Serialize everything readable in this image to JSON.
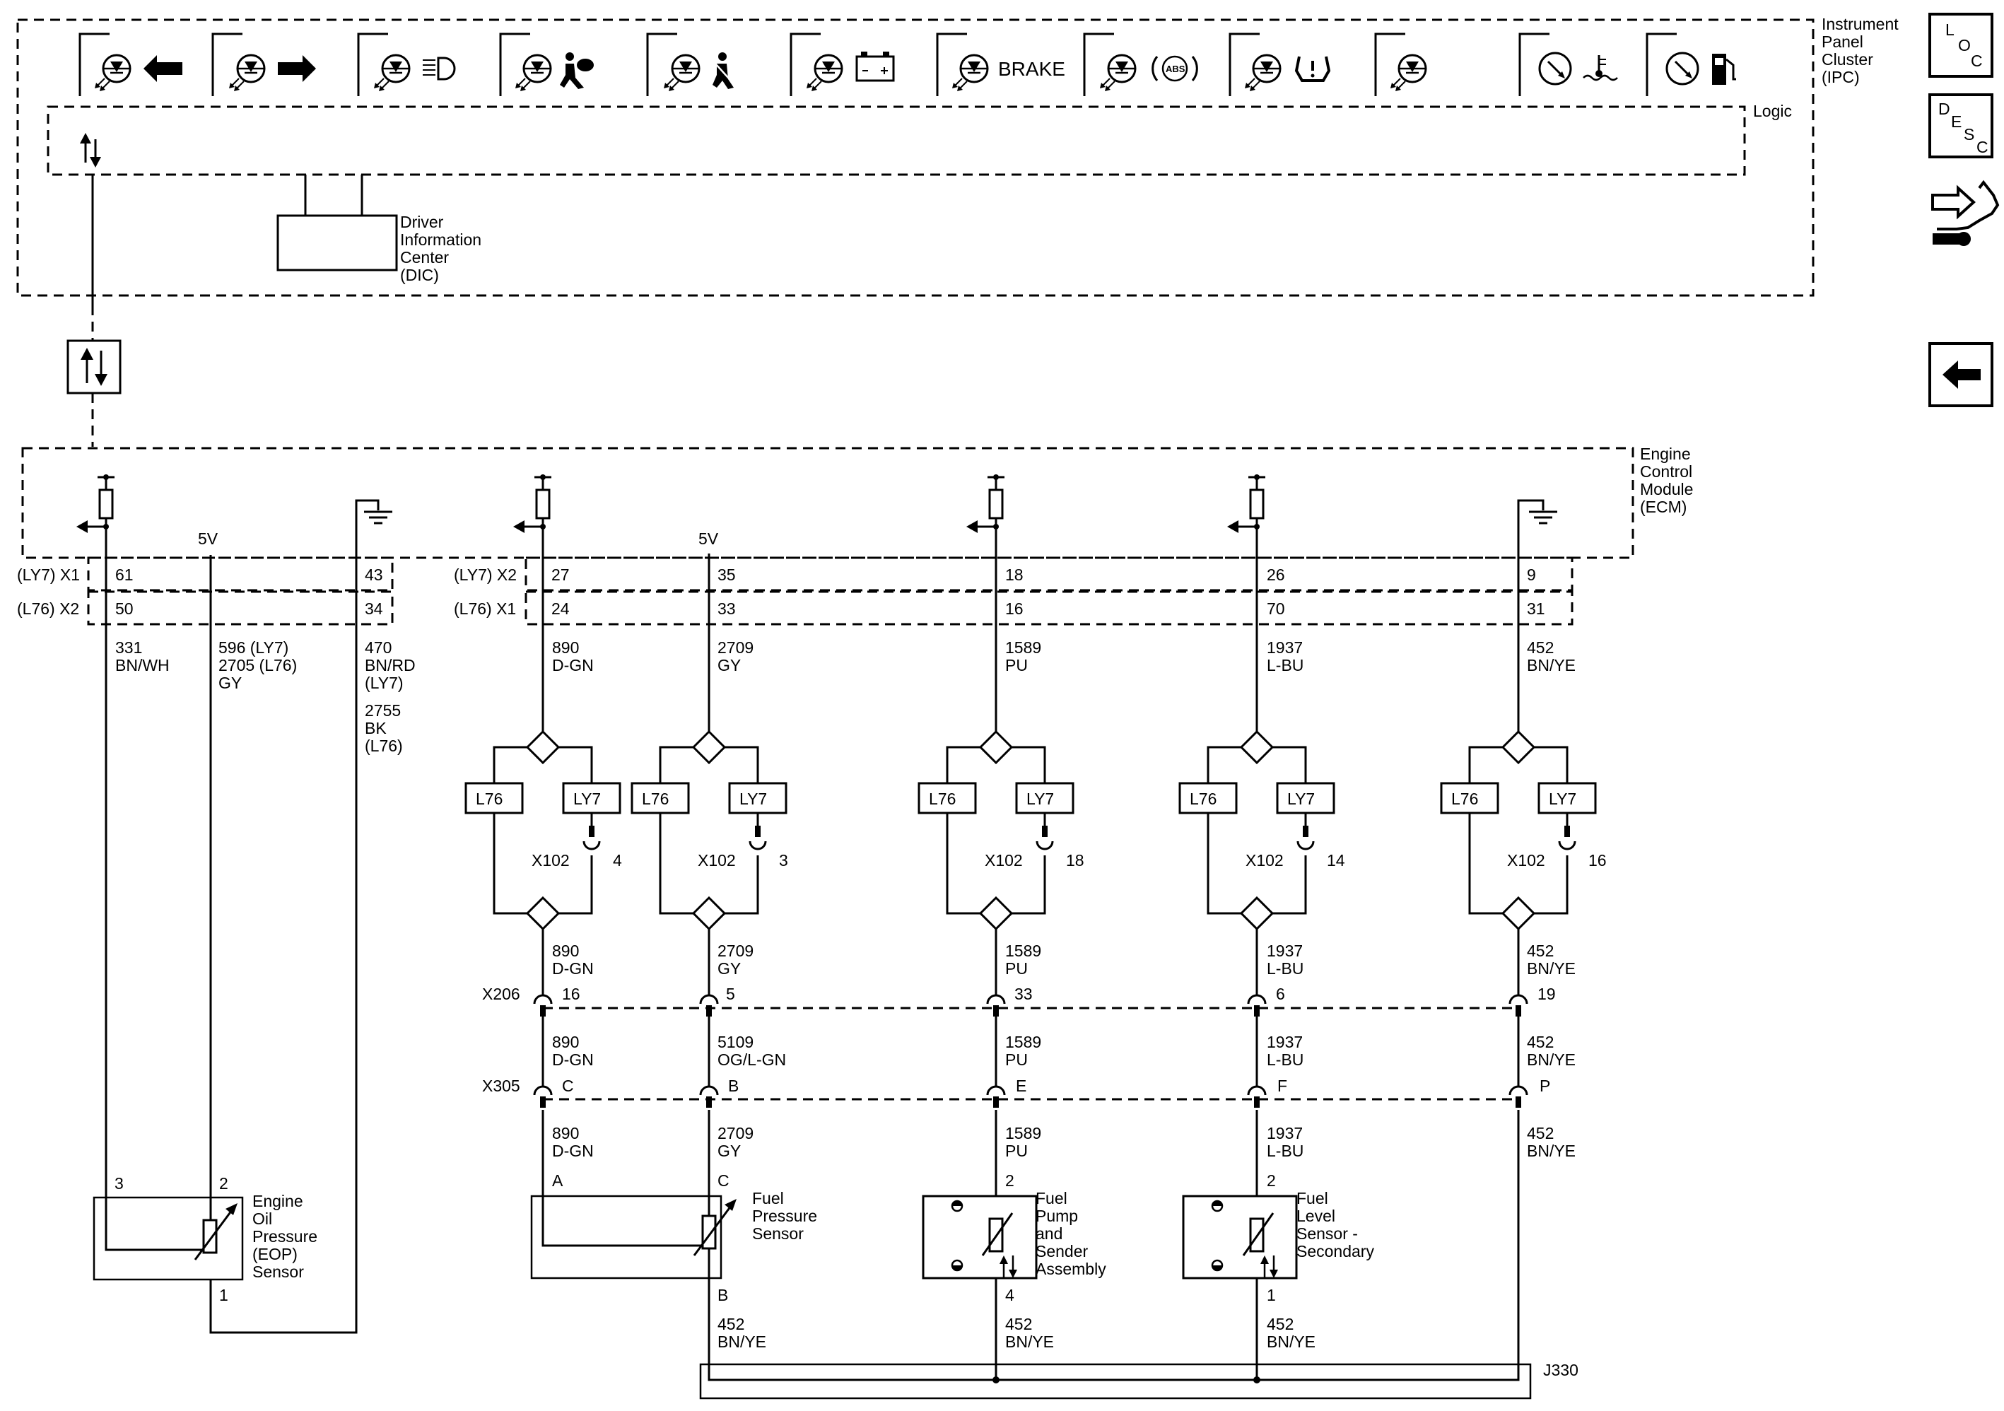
{
  "ipc": {
    "title_lines": [
      "Instrument",
      "Panel",
      "Cluster",
      "(IPC)"
    ],
    "logic_label": "Logic",
    "brake_label": "BRAKE",
    "abs_label": "ABS",
    "dic_lines": [
      "Driver",
      "Information",
      "Center",
      "(DIC)"
    ],
    "indicators": [
      {
        "icon": "turn-left-arrow-icon"
      },
      {
        "icon": "turn-right-arrow-icon"
      },
      {
        "icon": "high-beam-icon"
      },
      {
        "icon": "airbag-icon"
      },
      {
        "icon": "seatbelt-icon"
      },
      {
        "icon": "battery-icon"
      },
      {
        "icon": "brake-text-icon"
      },
      {
        "icon": "abs-icon"
      },
      {
        "icon": "tire-pressure-icon"
      },
      {
        "icon": "blank-indicator-icon"
      }
    ],
    "gauges": [
      {
        "icon": "coolant-temperature-icon"
      },
      {
        "icon": "fuel-pump-icon"
      }
    ]
  },
  "ecm": {
    "title_lines": [
      "Engine",
      "Control",
      "Module",
      "(ECM)"
    ],
    "v5_left": "5V",
    "v5_right": "5V",
    "conn_rows_left": [
      "(LY7) X1",
      "(L76) X2"
    ],
    "conn_rows_right": [
      "(LY7) X2",
      "(L76) X1"
    ],
    "pins_row1": [
      "61",
      "43",
      "27",
      "35",
      "18",
      "26",
      "9"
    ],
    "pins_row2": [
      "50",
      "34",
      "24",
      "33",
      "16",
      "70",
      "31"
    ]
  },
  "wires": {
    "c331": [
      "331",
      "BN/WH"
    ],
    "c596": [
      "596 (LY7)",
      "2705 (L76)",
      "GY"
    ],
    "c470": [
      "470",
      "BN/RD",
      "(LY7)",
      "2755",
      "BK",
      "(L76)"
    ],
    "c890": [
      "890",
      "D-GN"
    ],
    "c2709": [
      "2709",
      "GY"
    ],
    "c5109": [
      "5109",
      "OG/L-GN"
    ],
    "c1589": [
      "1589",
      "PU"
    ],
    "c1937": [
      "1937",
      "L-BU"
    ],
    "c452": [
      "452",
      "BN/YE"
    ]
  },
  "options": {
    "l76": "L76",
    "ly7": "LY7",
    "x102": "X102",
    "x102_pins": [
      "4",
      "3",
      "18",
      "14",
      "16"
    ]
  },
  "connectors": {
    "x206": "X206",
    "x206_pins": [
      "16",
      "5",
      "33",
      "6",
      "19"
    ],
    "x305": "X305",
    "x305_pins": [
      "C",
      "B",
      "E",
      "F",
      "P"
    ],
    "j330": "J330"
  },
  "components": {
    "eop": {
      "lines": [
        "Engine",
        "Oil",
        "Pressure",
        "(EOP)",
        "Sensor"
      ],
      "pins": [
        "3",
        "2",
        "1"
      ]
    },
    "fps": {
      "lines": [
        "Fuel",
        "Pressure",
        "Sensor"
      ],
      "pins": [
        "A",
        "C",
        "B"
      ]
    },
    "pump": {
      "lines": [
        "Fuel",
        "Pump",
        "and",
        "Sender",
        "Assembly"
      ],
      "pins": [
        "2",
        "4"
      ]
    },
    "level": {
      "lines": [
        "Fuel",
        "Level",
        "Sensor -",
        "Secondary"
      ],
      "pins": [
        "2",
        "1"
      ]
    }
  },
  "nav": {
    "loc": [
      "L",
      "O",
      "C"
    ],
    "desc": [
      "D",
      "E",
      "S",
      "C"
    ]
  }
}
